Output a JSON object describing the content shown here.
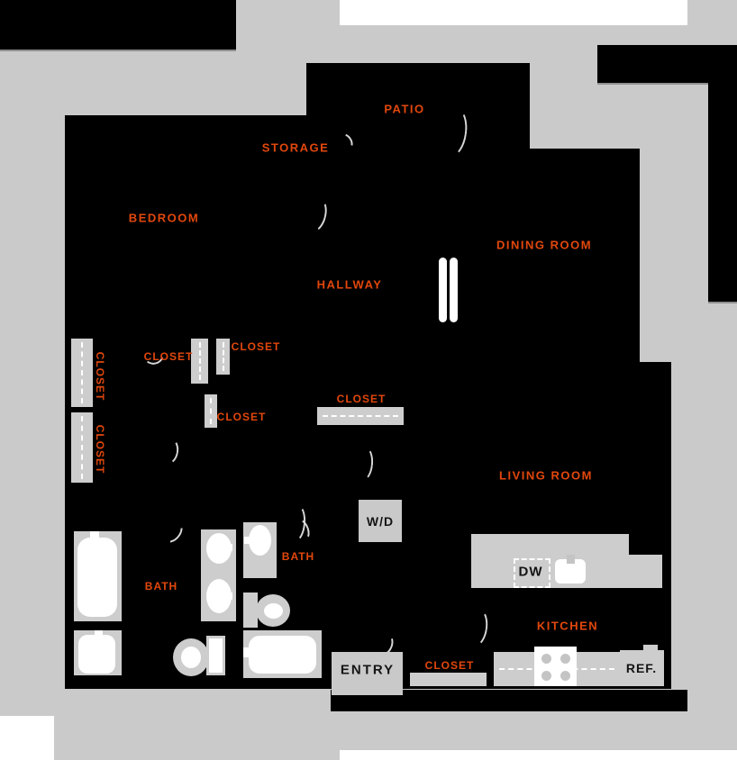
{
  "title": "Apartment floor plan",
  "colors": {
    "accent_orange": "#e2470c",
    "floor_black": "#000000",
    "canvas_gray": "#cacaca",
    "fixture_gray": "#cdcdcd",
    "fixture_white": "#ffffff"
  },
  "labels": {
    "patio": "PATIO",
    "storage": "STORAGE",
    "bedroom": "BEDROOM",
    "dining_room": "DINING ROOM",
    "hallway": "HALLWAY",
    "living_room": "LIVING ROOM",
    "kitchen": "KITCHEN",
    "bath": "BATH",
    "closet": "CLOSET",
    "washer_dryer": "W/D",
    "dishwasher": "DW",
    "refrigerator": "REF.",
    "entry": "ENTRY"
  }
}
